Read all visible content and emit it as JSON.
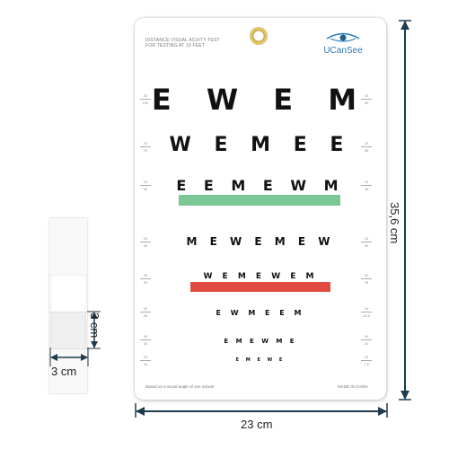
{
  "chart": {
    "header_lines": [
      "DISTANCE VISUAL ACUITY TEST",
      "FOR TESTING AT 10 FEET"
    ],
    "brand": "UCanSee",
    "footer_left": "Based on a visual angle of one minute",
    "footer_right": "MADE IN CHINA",
    "rows": [
      {
        "left_top": "20",
        "left_bottom": "100",
        "right_top": "10",
        "right_bottom": "50",
        "letters": "E W E M"
      },
      {
        "left_top": "20",
        "left_bottom": "70",
        "right_top": "10",
        "right_bottom": "35",
        "letters": "W E M E E"
      },
      {
        "left_top": "20",
        "left_bottom": "50",
        "right_top": "10",
        "right_bottom": "25",
        "letters": "E E M E W M"
      },
      {
        "left_top": "20",
        "left_bottom": "40",
        "right_top": "10",
        "right_bottom": "20",
        "letters": "M E W E M E W"
      },
      {
        "left_top": "20",
        "left_bottom": "30",
        "right_top": "10",
        "right_bottom": "15",
        "letters": "W E M E W E M"
      },
      {
        "left_top": "20",
        "left_bottom": "25",
        "right_top": "10",
        "right_bottom": "12.5",
        "letters": "E W M E E M"
      },
      {
        "left_top": "20",
        "left_bottom": "20",
        "right_top": "10",
        "right_bottom": "10",
        "letters": "E M E W M E"
      },
      {
        "left_top": "20",
        "left_bottom": "15",
        "right_top": "10",
        "right_bottom": "7.5",
        "letters": "E M E W E"
      }
    ]
  },
  "dimensions": {
    "height_label": "35,6 cm",
    "width_label": "23 cm",
    "pocket_height_label": "3 cm",
    "pocket_width_label": "3 cm"
  },
  "colors": {
    "green_bar": "#7cc796",
    "red_bar": "#e04a3f",
    "dimension_lines": "#1f3b4d"
  }
}
